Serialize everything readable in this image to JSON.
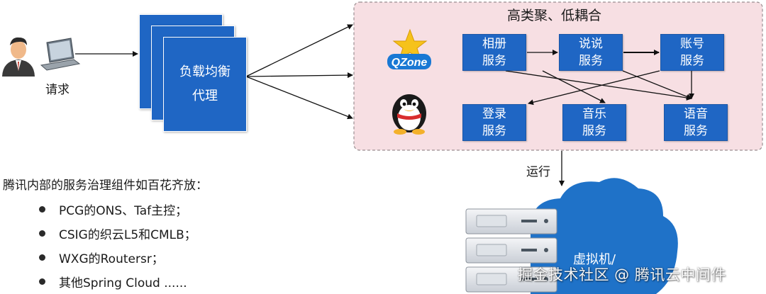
{
  "client": {
    "label": "请求"
  },
  "proxy": {
    "line1": "负载均衡",
    "line2": "代理"
  },
  "cluster": {
    "title": "高类聚、低耦合"
  },
  "logos": {
    "qzone": "QZone",
    "qq_icon": "qq-penguin-icon"
  },
  "services": {
    "album": {
      "line1": "相册",
      "line2": "服务"
    },
    "shuoshuo": {
      "line1": "说说",
      "line2": "服务"
    },
    "account": {
      "line1": "账号",
      "line2": "服务"
    },
    "login": {
      "line1": "登录",
      "line2": "服务"
    },
    "music": {
      "line1": "音乐",
      "line2": "服务"
    },
    "voice": {
      "line1": "语音",
      "line2": "服务"
    }
  },
  "run_label": "运行",
  "vm_label": "虚拟机/",
  "governance": {
    "heading": "腾讯内部的服务治理组件如百花齐放：",
    "items": [
      "PCG的ONS、Taf主控；",
      "CSIG的织云L5和CMLB；",
      "WXG的Routersr；",
      "其他Spring Cloud ......"
    ]
  },
  "watermark": "掘金技术社区 @ 腾讯云中间件",
  "colors": {
    "service_blue": "#1f66c4",
    "cluster_bg": "#f7dfe3",
    "cloud_blue": "#1f72c8"
  }
}
